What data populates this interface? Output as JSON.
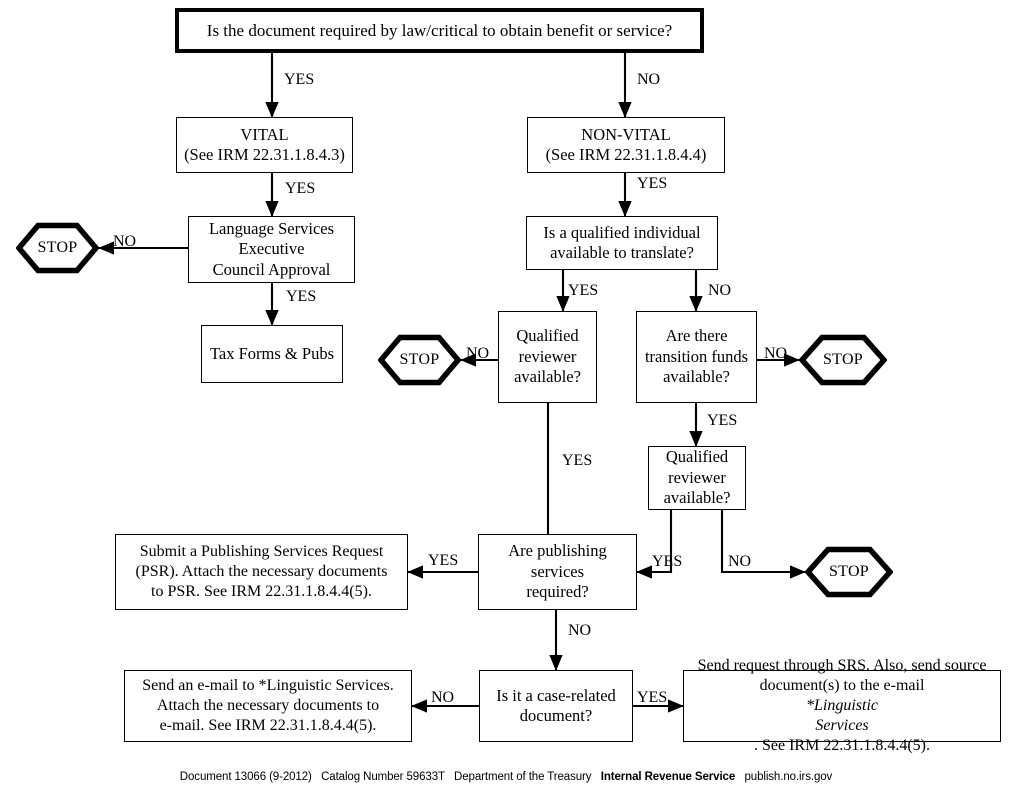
{
  "document": {
    "title": "IRS Translation Decision Flowchart",
    "footer": {
      "doc_number": "Document 13066 (9-2012)",
      "catalog": "Catalog Number  59633T",
      "department": "Department of the Treasury",
      "agency": "Internal Revenue Service",
      "url": "publish.no.irs.gov"
    }
  },
  "nodes": {
    "root_question": "Is the document required by law/critical to obtain benefit or service?",
    "vital_line1": "VITAL",
    "vital_line2": "(See IRM 22.31.1.8.4.3)",
    "nonvital_line1": "NON-VITAL",
    "nonvital_line2": "(See IRM 22.31.1.8.4.4)",
    "lsec_line1": "Language Services",
    "lsec_line2": "Executive",
    "lsec_line3": "Council Approval",
    "tax_forms": "Tax Forms & Pubs",
    "qualified_individual_line1": "Is a qualified individual",
    "qualified_individual_line2": "available to translate?",
    "reviewer_a_line1": "Qualified",
    "reviewer_a_line2": "reviewer",
    "reviewer_a_line3": "available?",
    "transition_funds_line1": "Are there",
    "transition_funds_line2": "transition funds",
    "transition_funds_line3": "available?",
    "reviewer_b_line1": "Qualified",
    "reviewer_b_line2": "reviewer",
    "reviewer_b_line3": "available?",
    "psr_line1": "Submit a Publishing Services Request",
    "psr_line2": "(PSR). Attach the necessary documents",
    "psr_line3": "to PSR. See IRM 22.31.1.8.4.4(5).",
    "publishing_line1": "Are publishing",
    "publishing_line2": "services",
    "publishing_line3": "required?",
    "email_line1": "Send an e-mail to *Linguistic Services.",
    "email_line2": "Attach the necessary documents to",
    "email_line3": "e-mail. See IRM 22.31.1.8.4.4(5).",
    "case_related_line1": "Is it a case-related",
    "case_related_line2": "document?",
    "srs_line1": "Send request through SRS. Also, send source",
    "srs_line2_pre": "document(s) to the e-mail  ",
    "srs_line2_italic": "*Linguistic",
    "srs_line3_italic": "Services",
    "srs_line3_post": ". See IRM 22.31.1.8.4.4(5).",
    "stop_1": "STOP",
    "stop_2": "STOP",
    "stop_3": "STOP",
    "stop_4": "STOP"
  },
  "edge_labels": {
    "root_yes": "YES",
    "root_no": "NO",
    "vital_yes": "YES",
    "nonvital_yes": "YES",
    "lsec_no": "NO",
    "lsec_yes": "YES",
    "qi_yes": "YES",
    "qi_no": "NO",
    "reviewer_a_no": "NO",
    "reviewer_a_yes": "YES",
    "funds_no": "NO",
    "funds_yes": "YES",
    "reviewer_b_yes": "YES",
    "reviewer_b_no": "NO",
    "publishing_yes": "YES",
    "publishing_no": "NO",
    "case_no": "NO",
    "case_yes": "YES"
  },
  "colors": {
    "stroke": "#000000",
    "background": "#ffffff"
  }
}
